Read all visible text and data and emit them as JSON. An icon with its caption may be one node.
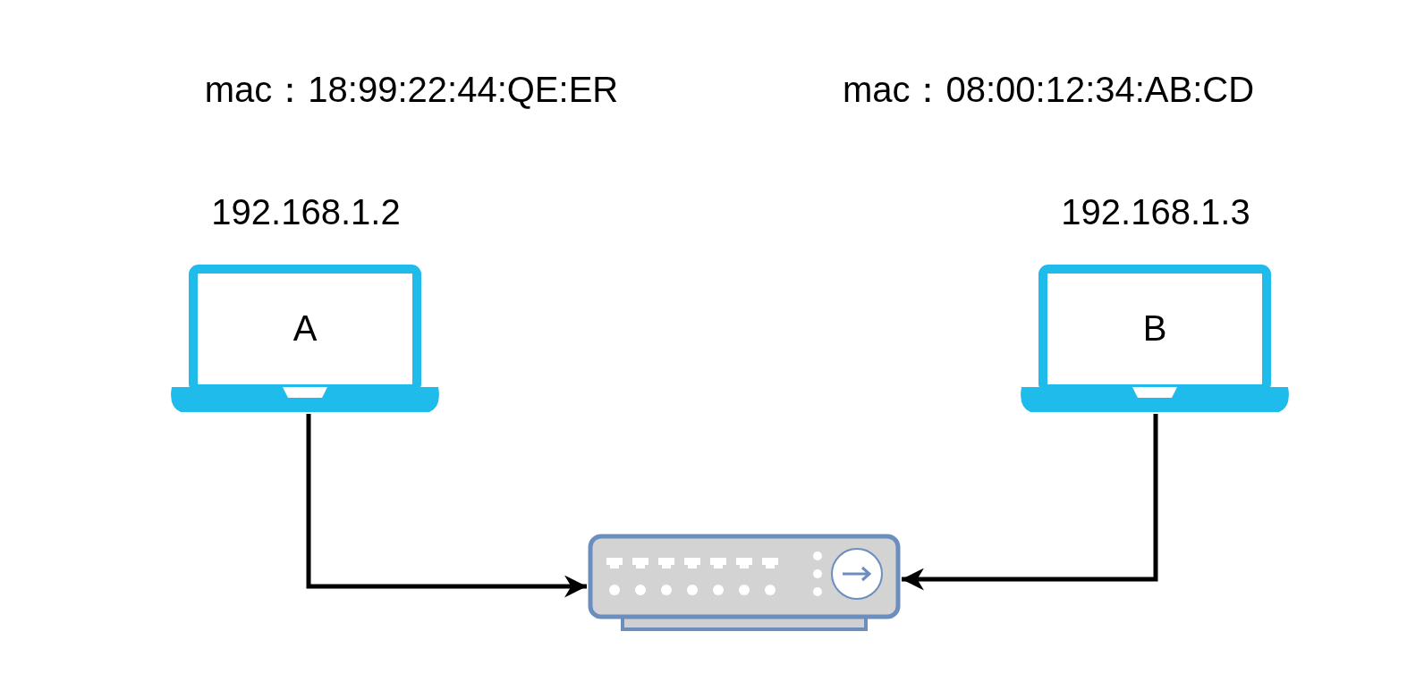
{
  "diagram": {
    "nodes": [
      {
        "text": [
          "A"
        ],
        "beside": [
          "mac：18:99:22:44:QE:ER",
          "192.168.1.2"
        ]
      },
      {
        "text": [
          "B"
        ],
        "beside": [
          "mac：08:00:12:34:AB:CD",
          "192.168.1.3"
        ]
      },
      {
        "text": [],
        "shape": "picture"
      }
    ],
    "edges": [
      {
        "from": 0,
        "to": 2,
        "arrow": "to"
      },
      {
        "from": 1,
        "to": 2,
        "arrow": "to"
      }
    ]
  }
}
